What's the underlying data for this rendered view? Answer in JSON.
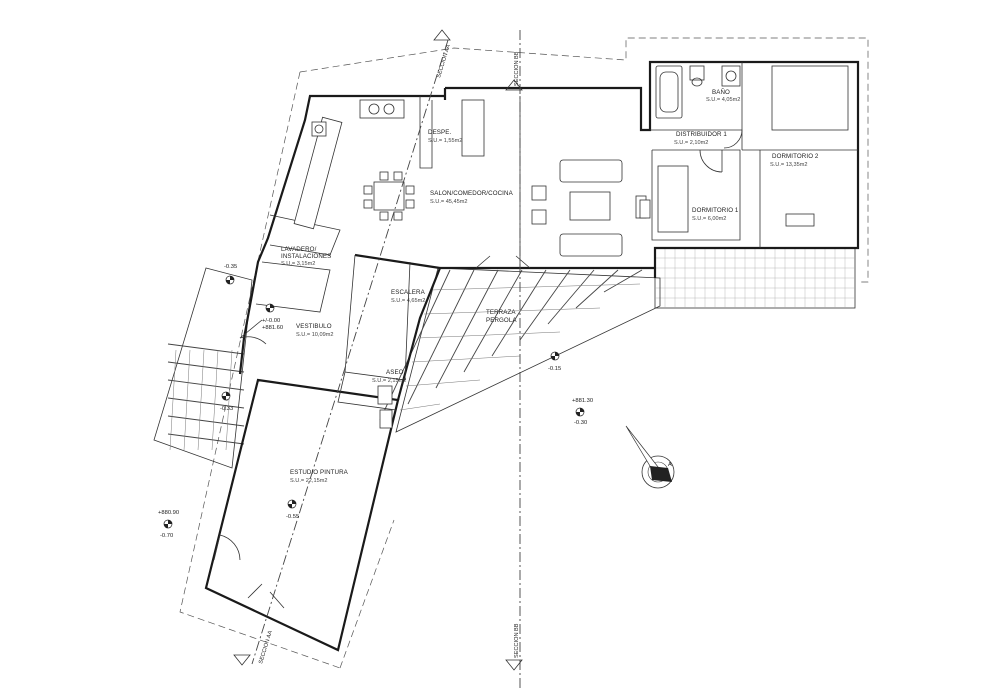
{
  "rooms": [
    {
      "name": "DESPE.",
      "area": "S.U.= 1,55m2"
    },
    {
      "name": "SALON/COMEDOR/COCINA",
      "area": "S.U.= 45,45m2"
    },
    {
      "name": "LAVADERO/",
      "name2": "INSTALACIONES",
      "area": "S.U.= 3,15m2"
    },
    {
      "name": "VESTIBULO",
      "area": "S.U.= 10,09m2"
    },
    {
      "name": "ESCALERA",
      "area": "S.U.= 4,65m2"
    },
    {
      "name": "ASEO",
      "area": "S.U.= 2,15m2"
    },
    {
      "name": "ESTUDIO PINTURA",
      "area": "S.U.= 22,15m2"
    },
    {
      "name": "BAÑO",
      "area": "S.U.= 4,05m2"
    },
    {
      "name": "DISTRIBUIDOR 1",
      "area": "S.U.= 2,10m2"
    },
    {
      "name": "DORMITORIO 1",
      "area": "S.U.= 6,00m2"
    },
    {
      "name": "DORMITORIO 2",
      "area": "S.U.= 13,35m2"
    },
    {
      "name": "TERRAZA",
      "name2": "PERGOLA",
      "area": ""
    }
  ],
  "levels": [
    {
      "a": "-0.35",
      "b": ""
    },
    {
      "a": "+/-0.00",
      "b": "+881.60"
    },
    {
      "a": "-0.33",
      "b": ""
    },
    {
      "a": "-0.15",
      "b": ""
    },
    {
      "a": "+881.30",
      "b": "-0.30"
    },
    {
      "a": "+880.90",
      "b": "-0.70"
    },
    {
      "a": "-0.55",
      "b": ""
    }
  ],
  "sections": {
    "aa_top": "SECCION AA",
    "aa_bottom": "SECCION AA",
    "bb_top": "SECCION BB",
    "bb_bottom": "SECCION BB",
    "marker": "A"
  },
  "north_arrow_icon": "compass-north-icon",
  "colors": {
    "line": "#1a1a1a",
    "background": "#ffffff"
  }
}
